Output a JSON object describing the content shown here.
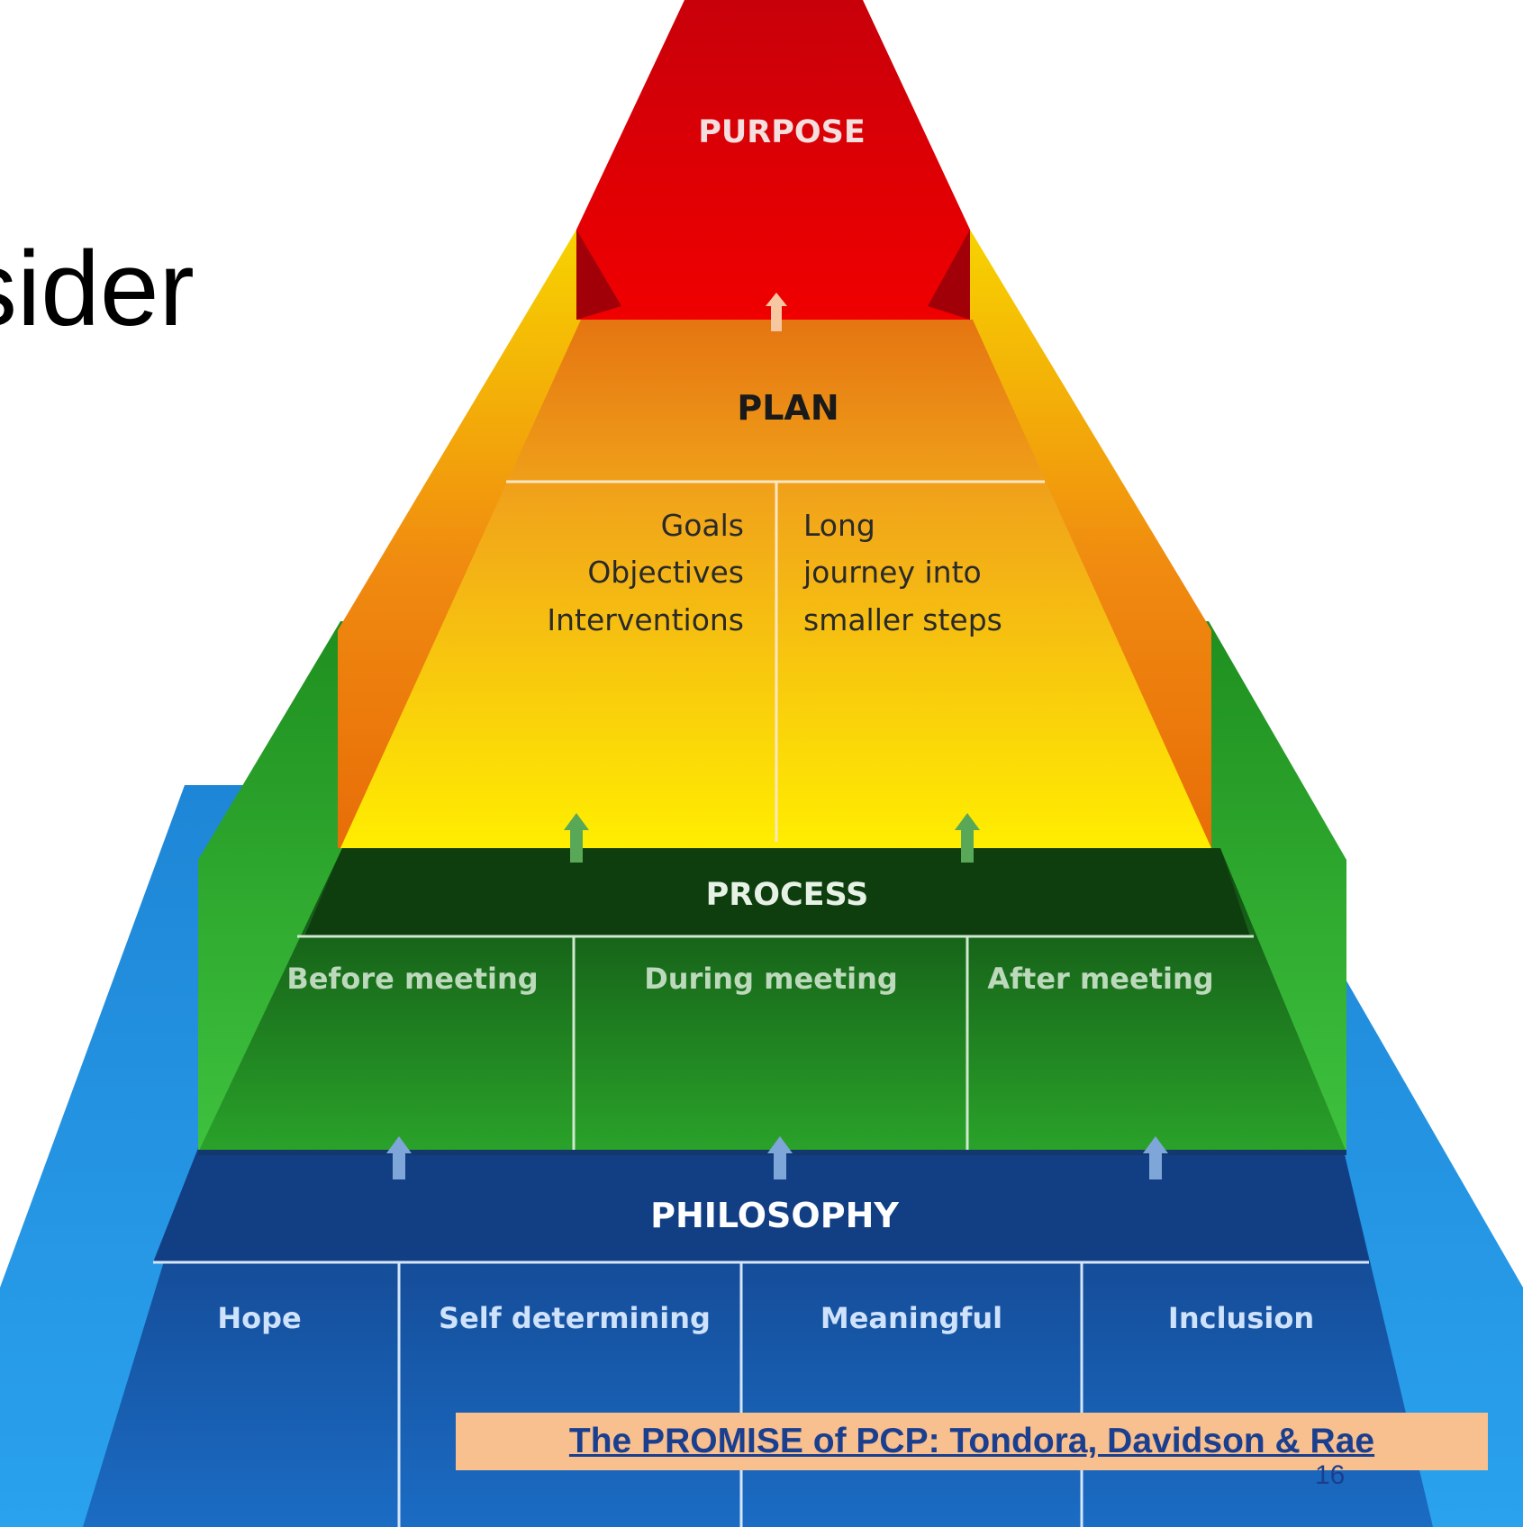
{
  "slide": {
    "title_fragment": "sider",
    "citation_link": "The PROMISE of PCP: Tondora, Davidson & Rae",
    "slide_number": "16"
  },
  "pyramid": {
    "purpose": {
      "title": "PURPOSE",
      "color": "#e2000e"
    },
    "plan": {
      "title": "PLAN",
      "left_lines": [
        "Goals",
        "Objectives",
        "Interventions"
      ],
      "right_lines": [
        "Long",
        "journey into",
        "smaller steps"
      ],
      "color": "#f08a10"
    },
    "process": {
      "title": "PROCESS",
      "cells": [
        "Before meeting",
        "During meeting",
        "After meeting"
      ],
      "color": "#1e9a1e"
    },
    "philosophy": {
      "title": "PHILOSOPHY",
      "cells": [
        "Hope",
        "Self determining",
        "Meaningful",
        "Inclusion"
      ],
      "color": "#1a6fc8"
    }
  }
}
